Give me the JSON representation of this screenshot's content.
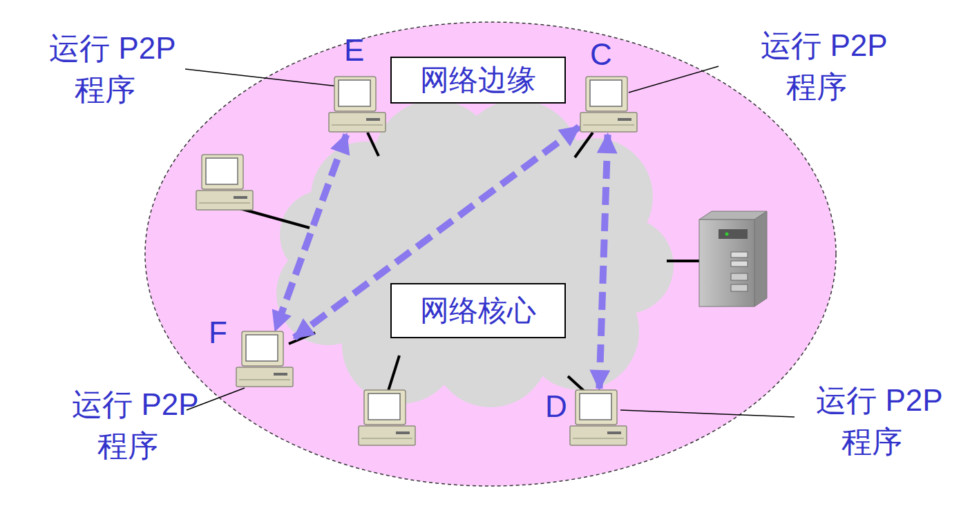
{
  "diagram": {
    "nodes": [
      {
        "text": [
          "网络边缘"
        ]
      },
      {
        "text": [
          "网络核心"
        ]
      },
      {
        "text": [
          "E"
        ]
      },
      {
        "text": [
          "C"
        ]
      },
      {
        "text": [
          "F"
        ]
      },
      {
        "text": [
          "D"
        ]
      }
    ],
    "edges": [
      {
        "from": 2,
        "to": 4,
        "arrow": "both"
      },
      {
        "from": 3,
        "to": 4,
        "arrow": "both"
      },
      {
        "from": 3,
        "to": 5,
        "arrow": "both"
      }
    ],
    "labels": [
      "运行 P2P 程序",
      "运行 P2P 程序",
      "运行 P2P 程序",
      "运行 P2P 程序"
    ]
  }
}
